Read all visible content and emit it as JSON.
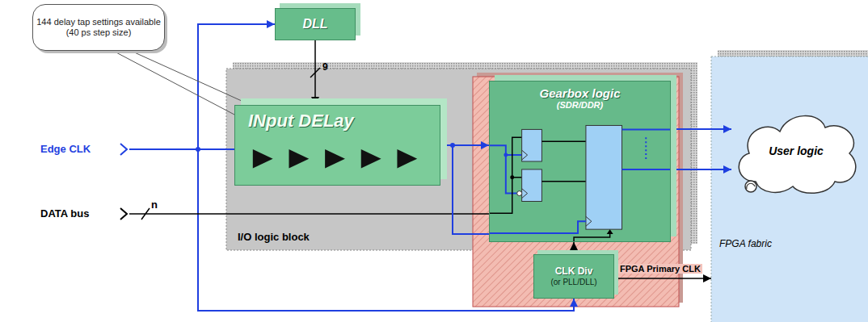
{
  "diagram": {
    "nodes": [
      {
        "text": [
          "144 delay tap settings available (40 ps step size)"
        ]
      },
      {
        "text": [
          "DLL"
        ]
      },
      {
        "text": [
          "I/O logic block"
        ]
      },
      {
        "text": [
          "INput DELay"
        ],
        "in": 2
      },
      {
        "text": [
          "Gearbox logic",
          "(SDR/DDR)"
        ],
        "in": 2
      },
      {
        "text": [
          "CLK Div",
          "(or PLL/DLL)"
        ]
      },
      {
        "text": [
          "FPGA fabric"
        ]
      },
      {
        "text": [
          "User logic"
        ],
        "in": 6
      }
    ],
    "edges": [
      {
        "from": 0,
        "to": 3,
        "arrow": "none"
      },
      {
        "from": 0,
        "to": 3,
        "arrow": "none"
      },
      {
        "from": 1,
        "to": 3,
        "arrow": "to",
        "label": "9"
      },
      {
        "from": 3,
        "to": 4,
        "arrow": "to"
      },
      {
        "from": 4,
        "to": 7,
        "arrow": "to"
      },
      {
        "from": 4,
        "to": 7,
        "arrow": "to"
      },
      {
        "from": 5,
        "to": 4,
        "arrow": "to"
      },
      {
        "from": 5,
        "to": 6,
        "arrow": "to"
      }
    ],
    "labels": [
      "Edge CLK",
      "DATA bus",
      "n",
      "FPGA Primary CLK"
    ]
  }
}
